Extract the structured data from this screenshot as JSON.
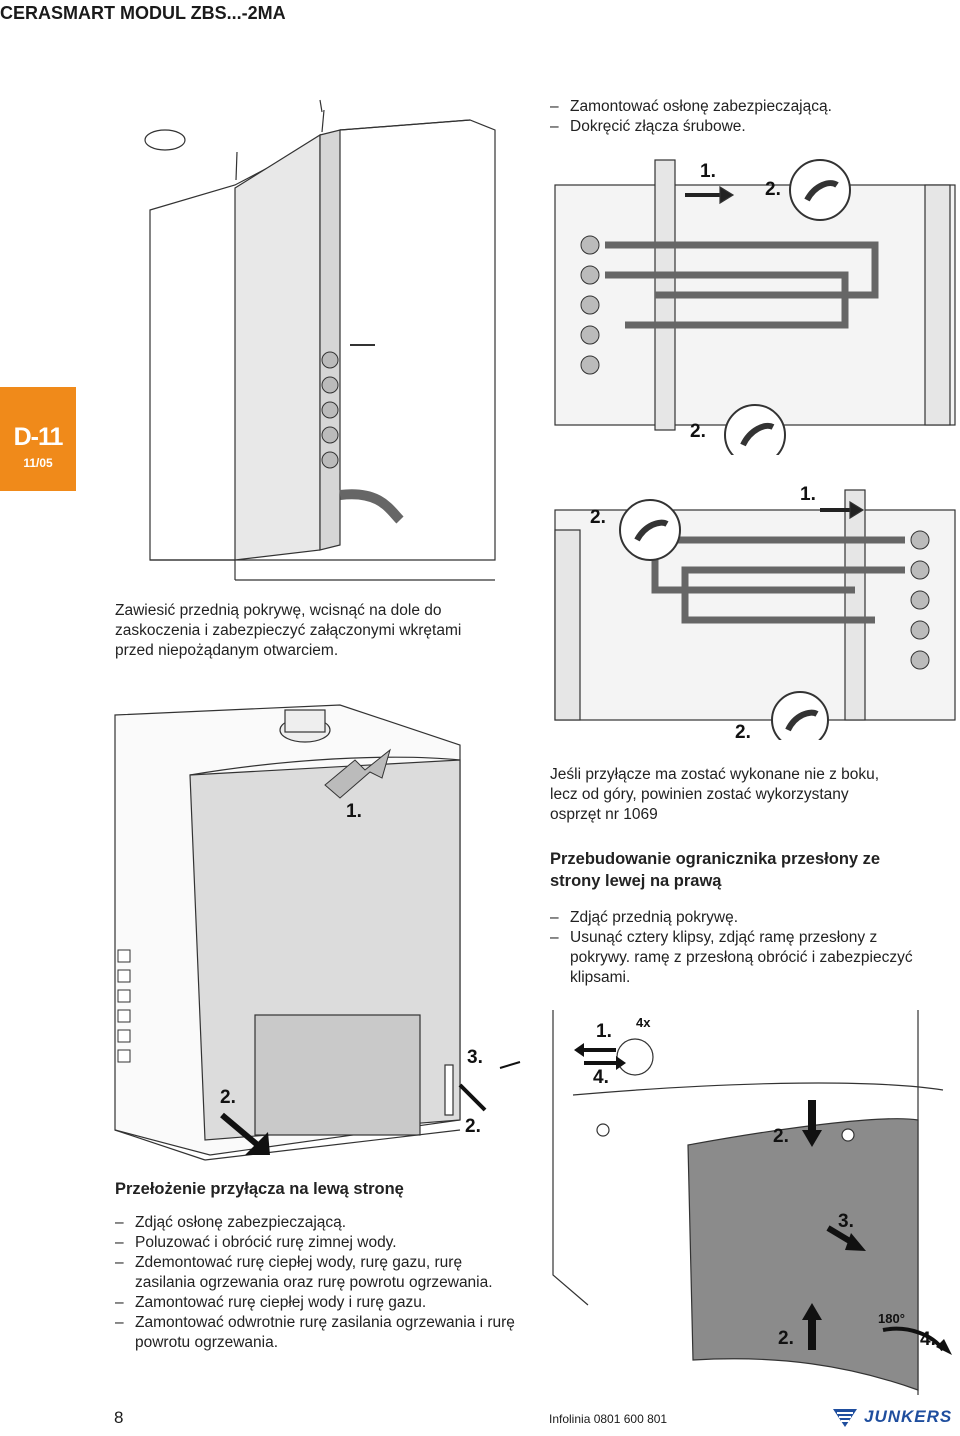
{
  "header": {
    "title": "CERASMART MODUL ZBS...-2MA"
  },
  "tab": {
    "code": "D-11",
    "date": "11/05"
  },
  "top_instructions": [
    "Zamontować osłonę zabezpieczającą.",
    "Dokręcić złącza śrubowe."
  ],
  "left_caption": [
    "Zawiesić przednią pokrywę, wcisnąć na dole do",
    "zaskoczenia i zabezpieczyć załączonymi wkrętami",
    "przed niepożądanym otwarciem."
  ],
  "right_note": [
    "Jeśli przyłącze ma zostać wykonane nie z boku,",
    "lecz od góry, powinien zostać wykorzystany",
    "osprzęt nr 1069"
  ],
  "limiter": {
    "heading": [
      "Przebudowanie ogranicznika przesłony ze",
      "strony lewej na prawą"
    ],
    "steps": [
      "Zdjąć przednią pokrywę.",
      "Usunąć cztery klipsy, zdjąć ramę przesłony z pokrywy. ramę z przesłoną obrócić i zabezpieczyć klipsami."
    ]
  },
  "connection": {
    "heading": "Przełożenie przyłącza na lewą stronę",
    "steps": [
      "Zdjąć osłonę zabezpieczającą.",
      "Poluzować i obrócić rurę zimnej wody.",
      "Zdemontować rurę ciepłej wody, rurę gazu, rurę zasilania ogrzewania oraz rurę powrotu ogrzewania.",
      "Zamontować rurę ciepłej wody i rurę gazu.",
      "Zamontować odwrotnie rurę zasilania ogrzewania i rurę powrotu ogrzewania."
    ]
  },
  "figure_labels": {
    "pipes_top": {
      "a": "1.",
      "b": "2.",
      "c": "2."
    },
    "pipes_bottom": {
      "a": "2.",
      "b": "1.",
      "c": "2."
    },
    "boiler": {
      "a": "1.",
      "b": "2.",
      "c": "3.",
      "d": "2."
    },
    "panel": {
      "a": "1.",
      "b": "4x",
      "c": "4.",
      "d": "2.",
      "e": "3.",
      "f": "180°",
      "g": "2.",
      "h": "4."
    }
  },
  "footer": {
    "page": "8",
    "info": "Infolinia 0801 600 801",
    "brand": "JUNKERS"
  },
  "colors": {
    "tab": "#f08a1a",
    "brand": "#1f4e9e"
  }
}
